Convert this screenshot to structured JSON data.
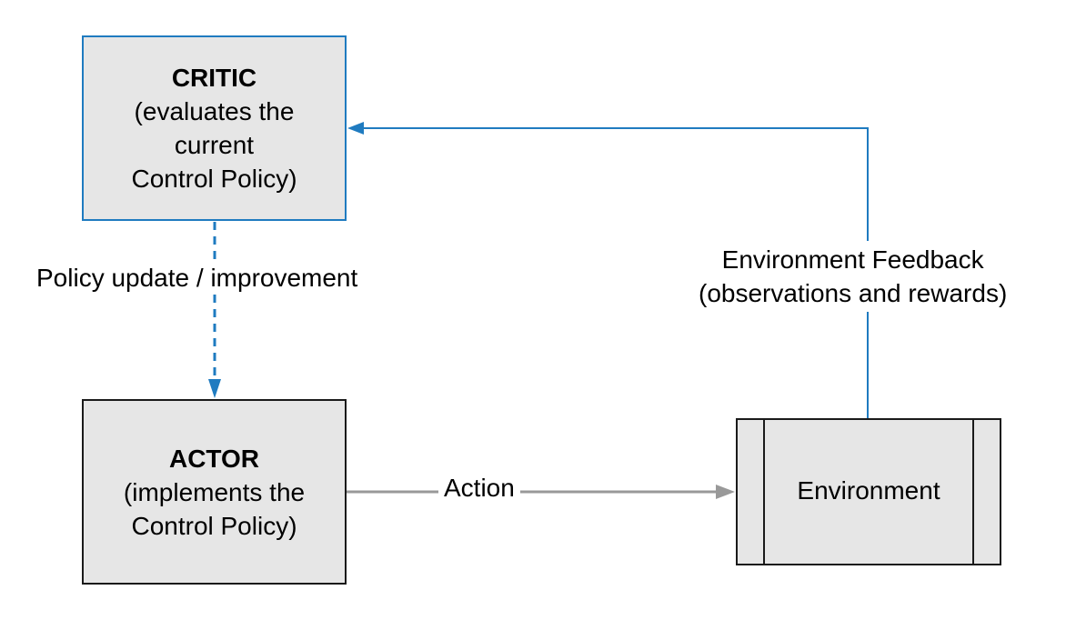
{
  "nodes": {
    "critic": {
      "title": "CRITIC",
      "lines": [
        "(evaluates the",
        "current",
        "Control Policy)"
      ]
    },
    "actor": {
      "title": "ACTOR",
      "lines": [
        "(implements the",
        "Control Policy)"
      ]
    },
    "environment": {
      "label": "Environment"
    }
  },
  "edges": {
    "policy_update": {
      "label": "Policy update / improvement",
      "style": "dashed",
      "color": "#1f7bc0"
    },
    "action": {
      "label": "Action",
      "style": "solid",
      "color": "#999999"
    },
    "feedback": {
      "lines": [
        "Environment Feedback",
        "(observations and rewards)"
      ],
      "style": "solid",
      "color": "#1f7bc0"
    }
  },
  "colors": {
    "node_fill": "#e6e6e6",
    "critic_border": "#1f7bc0",
    "node_border": "#1a1a1a"
  }
}
